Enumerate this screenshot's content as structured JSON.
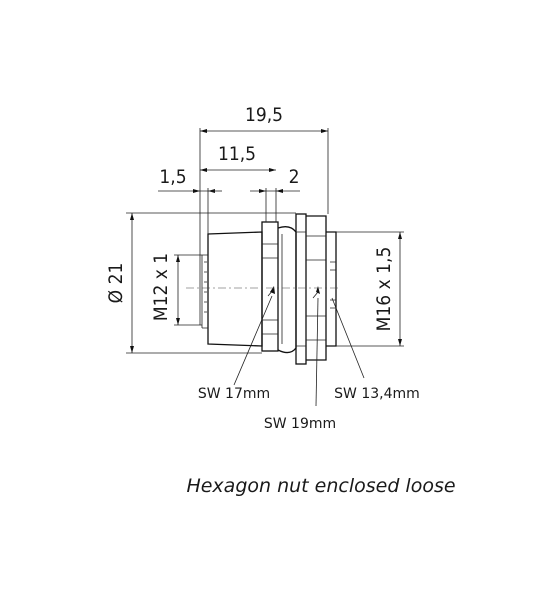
{
  "dimensions": {
    "overall_length": "19,5",
    "body_length": "11,5",
    "left_offset": "1,5",
    "flange_width": "2",
    "outer_diameter": "Ø 21",
    "front_thread": "M12 x 1",
    "rear_thread": "M16 x 1,5"
  },
  "wrench_sizes": {
    "sw17": "SW 17mm",
    "sw19": "SW 19mm",
    "sw13": "SW 13,4mm"
  },
  "caption": "Hexagon nut enclosed loose"
}
